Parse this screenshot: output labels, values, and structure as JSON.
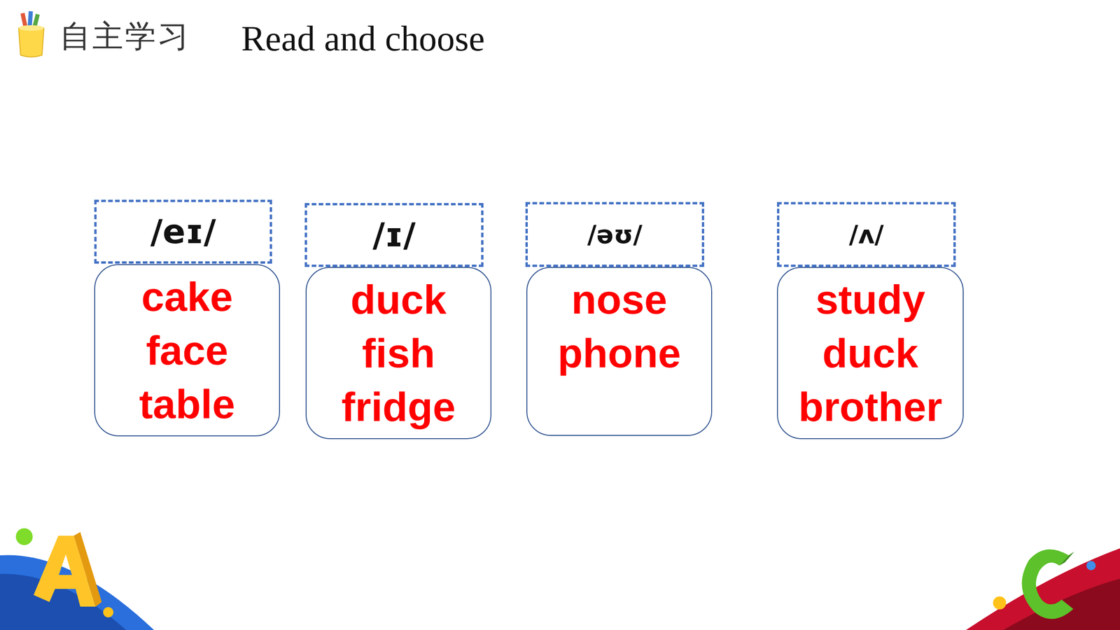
{
  "diagram": {
    "title": "Read and choose",
    "nodes": [
      {
        "text": [
          "/eɪ/"
        ]
      },
      {
        "text": [
          "cake",
          "face",
          "table"
        ]
      },
      {
        "text": [
          "/ɪ/"
        ]
      },
      {
        "text": [
          "duck",
          "fish",
          "fridge"
        ]
      },
      {
        "text": [
          "/əʊ/"
        ]
      },
      {
        "text": [
          "nose",
          "phone"
        ]
      },
      {
        "text": [
          "/ʌ/"
        ]
      },
      {
        "text": [
          "study",
          "duck",
          "brother"
        ]
      }
    ],
    "labels": [
      "自主学习"
    ]
  }
}
